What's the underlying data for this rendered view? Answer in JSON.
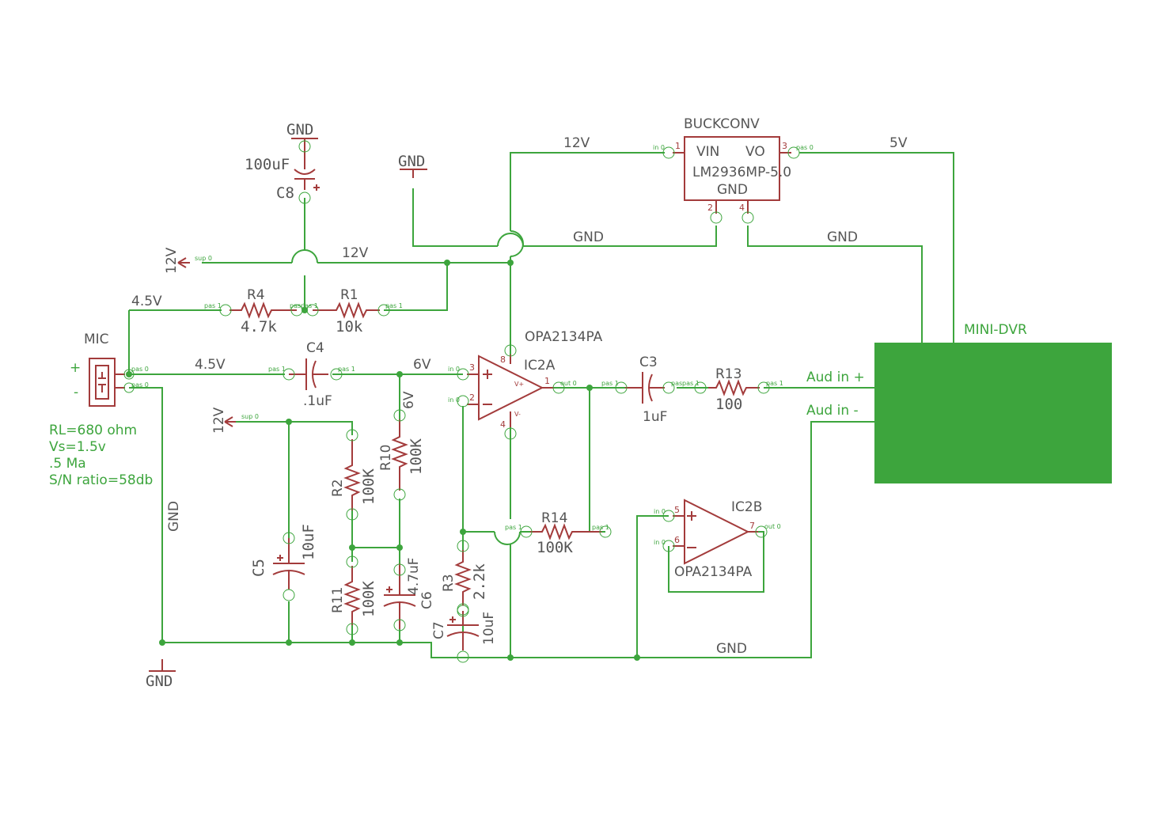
{
  "labels": {
    "gnd": "GND",
    "v12": "12V",
    "v5": "5V",
    "v45": "4.5V",
    "v6": "6V",
    "aud_plus": "Aud in +",
    "aud_minus": "Aud in -",
    "mic_plus": "+",
    "mic_minus": "-",
    "mic_notes": [
      "RL=680 ohm",
      "Vs=1.5v",
      ".5 Ma",
      "S/N ratio=58db"
    ]
  },
  "components": {
    "mic": {
      "name": "MIC"
    },
    "buck": {
      "name": "BUCKCONV",
      "value": "LM2936MP-5.0",
      "vin": "VIN",
      "vo": "VO",
      "gnd": "GND"
    },
    "dvr": {
      "name": "MINI-DVR"
    },
    "ic2a": {
      "name": "IC2A",
      "value": "OPA2134PA"
    },
    "ic2b": {
      "name": "IC2B",
      "value": "OPA2134PA"
    },
    "r1": {
      "name": "R1",
      "value": "10k"
    },
    "r2": {
      "name": "R2",
      "value": "100K"
    },
    "r3": {
      "name": "R3",
      "value": "2.2k"
    },
    "r4": {
      "name": "R4",
      "value": "4.7k"
    },
    "r10": {
      "name": "R10",
      "value": "100K"
    },
    "r11": {
      "name": "R11",
      "value": "100K"
    },
    "r13": {
      "name": "R13",
      "value": "100"
    },
    "r14": {
      "name": "R14",
      "value": "100K"
    },
    "c3": {
      "name": "C3",
      "value": "1uF"
    },
    "c4": {
      "name": "C4",
      "value": ".1uF"
    },
    "c5": {
      "name": "C5",
      "value": "10uF"
    },
    "c6": {
      "name": "C6",
      "value": "4.7uF"
    },
    "c7": {
      "name": "C7",
      "value": "10uF"
    },
    "c8": {
      "name": "C8",
      "value": "100uF"
    }
  },
  "colors": {
    "wire": "#3da53d",
    "part": "#a33b3b",
    "text": "#555555",
    "dvr_fill": "#3da53d"
  }
}
